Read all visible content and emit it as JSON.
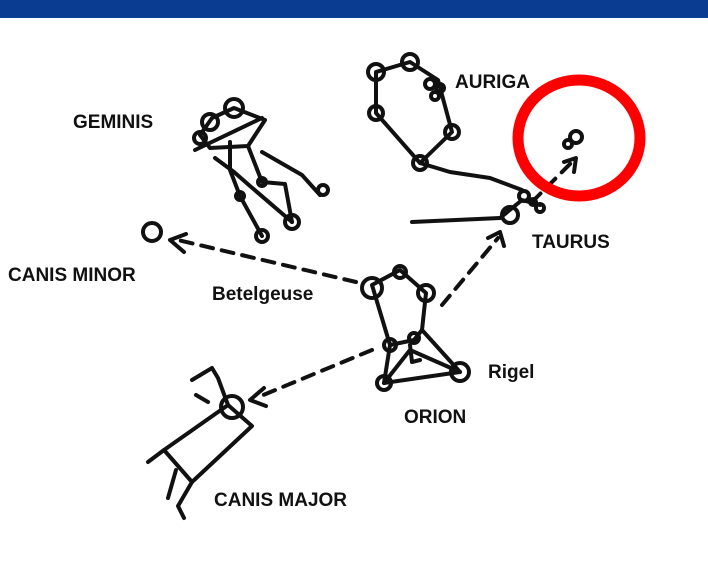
{
  "colors": {
    "top_bar": "#0a3d91",
    "ink": "#111111",
    "highlight": "#ff0000",
    "background": "#ffffff"
  },
  "labels": {
    "geminis": "GEMINIS",
    "auriga": "AURIGA",
    "taurus": "TAURUS",
    "canis_minor": "CANIS MINOR",
    "betelgeuse": "Betelgeuse",
    "rigel": "Rigel",
    "orion": "ORION",
    "canis_major": "CANIS MAJOR"
  }
}
